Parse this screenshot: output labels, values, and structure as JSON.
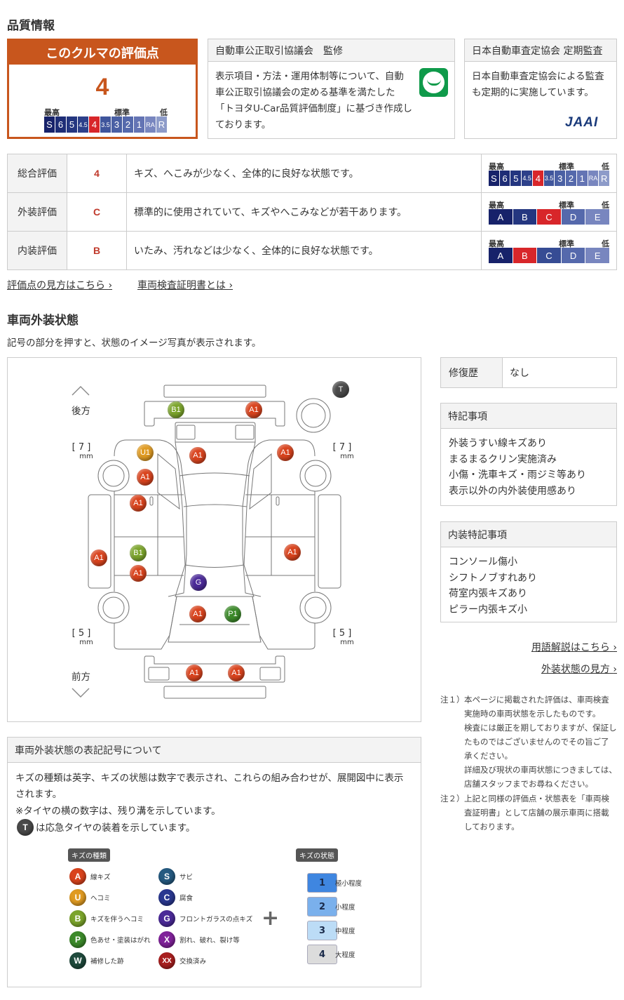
{
  "quality": {
    "title": "品質情報",
    "score_box": {
      "header": "このクルマの評価点",
      "score": "4",
      "scale_high": "最高",
      "scale_std": "標準",
      "scale_low": "低",
      "scale": [
        "S",
        "6",
        "5",
        "4.5",
        "4",
        "3.5",
        "3",
        "2",
        "1",
        "RA",
        "R"
      ],
      "selected": "4"
    },
    "jftc_box": {
      "header": "自動車公正取引協議会　監修",
      "text": "表示項目・方法・運用体制等について、自動車公正取引協議会の定める基準を満たした「トヨタU-Car品質評価制度」に基づき作成しております。",
      "logo": "fair-trade-logo"
    },
    "jaai_box": {
      "header": "日本自動車査定協会 定期監査",
      "text": "日本自動車査定協会による監査も定期的に実施しています。",
      "logo_text": "JAAI"
    }
  },
  "grades": [
    {
      "label": "総合評価",
      "grade": "4",
      "desc": "キズ、へこみが少なく、全体的に良好な状態です。",
      "scale": [
        "S",
        "6",
        "5",
        "4.5",
        "4",
        "3.5",
        "3",
        "2",
        "1",
        "RA",
        "R"
      ],
      "selected": 4
    },
    {
      "label": "外装評価",
      "grade": "C",
      "desc": "標準的に使用されていて、キズやへこみなどが若干あります。",
      "scale": [
        "A",
        "B",
        "C",
        "D",
        "E"
      ],
      "selected": 2
    },
    {
      "label": "内装評価",
      "grade": "B",
      "desc": "いたみ、汚れなどは少なく、全体的に良好な状態です。",
      "scale": [
        "A",
        "B",
        "C",
        "D",
        "E"
      ],
      "selected": 1
    }
  ],
  "scale_labels": {
    "high": "最高",
    "std": "標準",
    "low": "低"
  },
  "links": {
    "how_to_read": "評価点の見方はこちら",
    "certificate": "車両検査証明書とは"
  },
  "exterior": {
    "title": "車両外装状態",
    "subtitle": "記号の部分を押すと、状態のイメージ写真が表示されます。",
    "rear_label": "後方",
    "front_label": "前方",
    "tread": {
      "rear_left": "7",
      "rear_right": "7",
      "front_left": "5",
      "front_right": "5",
      "unit": "mm"
    },
    "markers": [
      {
        "code": "T"
      },
      {
        "code": "B1"
      },
      {
        "code": "A1"
      },
      {
        "code": "U1"
      },
      {
        "code": "A1"
      },
      {
        "code": "A1"
      },
      {
        "code": "A1"
      },
      {
        "code": "A1"
      },
      {
        "code": "A1"
      },
      {
        "code": "B1"
      },
      {
        "code": "A1"
      },
      {
        "code": "A1"
      },
      {
        "code": "G"
      },
      {
        "code": "A1"
      },
      {
        "code": "P1"
      },
      {
        "code": "A1"
      },
      {
        "code": "A1"
      }
    ]
  },
  "repair_history": {
    "label": "修復歴",
    "value": "なし"
  },
  "special_notes": {
    "title": "特記事項",
    "items": [
      "外装うすい線キズあり",
      "まるまるクリン実施済み",
      "小傷・洗車キズ・雨ジミ等あり",
      "表示以外の内外装使用感あり"
    ]
  },
  "interior_notes": {
    "title": "内装特記事項",
    "items": [
      "コンソール傷小",
      "シフトノブすれあり",
      "荷室内張キズあり",
      "ピラー内張キズ小"
    ]
  },
  "right_links": {
    "glossary": "用語解説はこちら",
    "how_to_view": "外装状態の見方"
  },
  "notes": {
    "n1_label": "注１）",
    "n1_lines": [
      "本ページに掲載された評価は、車両検査実施時の車両状態を示したものです。",
      "検査には厳正を期しておりますが、保証したものではございませんのでその旨ご了承ください。",
      "詳細及び現状の車両状態につきましては、店舗スタッフまでお尋ねください。"
    ],
    "n2_label": "注２）",
    "n2_text": "上記と同様の評価点・状態表を「車両検査証明書」として店舗の展示車両に搭載しております。"
  },
  "legend": {
    "header": "車両外装状態の表記記号について",
    "line1": "キズの種類は英字、キズの状態は数字で表示され、これらの組み合わせが、展開図中に表示されます。",
    "line2": "※タイヤの横の数字は、残り溝を示しています。",
    "t_badge": "T",
    "line3": "は応急タイヤの装着を示しています。",
    "types_title": "キズの種類",
    "types": [
      {
        "code": "A",
        "label": "線キズ"
      },
      {
        "code": "U",
        "label": "ヘコミ"
      },
      {
        "code": "B",
        "label": "キズを伴うヘコミ"
      },
      {
        "code": "P",
        "label": "色あせ・塗装はがれ"
      },
      {
        "code": "W",
        "label": "補修した跡"
      },
      {
        "code": "S",
        "label": "サビ"
      },
      {
        "code": "C",
        "label": "腐食"
      },
      {
        "code": "G",
        "label": "フロントガラスの点キズ"
      },
      {
        "code": "X",
        "label": "割れ、破れ、裂け等"
      },
      {
        "code": "XX",
        "label": "交換済み"
      }
    ],
    "plus": "+",
    "levels_title": "キズの状態",
    "levels": [
      {
        "num": "1",
        "label": "極小程度"
      },
      {
        "num": "2",
        "label": "小程度"
      },
      {
        "num": "3",
        "label": "中程度"
      },
      {
        "num": "4",
        "label": "大程度"
      }
    ]
  }
}
